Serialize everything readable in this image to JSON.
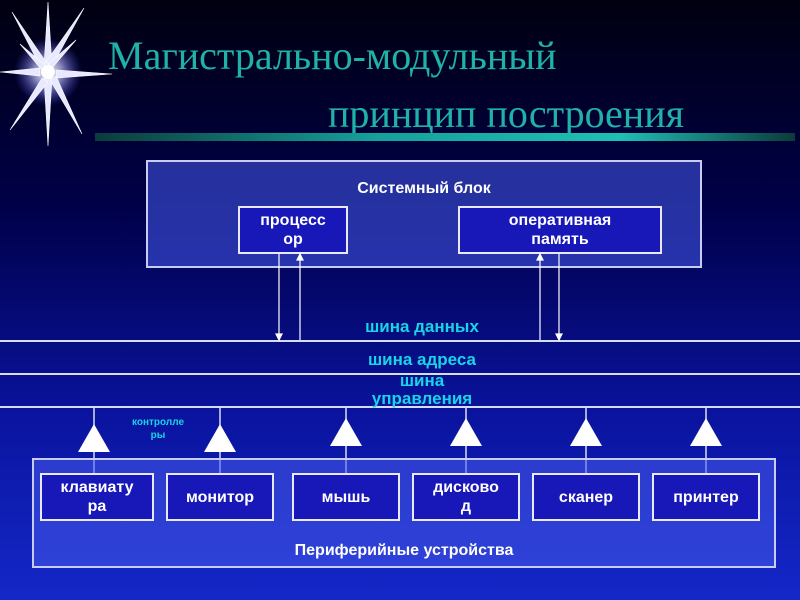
{
  "title": {
    "line1": "Магистрально-модульный",
    "line2": "принцип построения"
  },
  "system_unit": {
    "label": "Системный блок",
    "processor": "процесс\nор",
    "ram": "оперативная\nпамять"
  },
  "buses": {
    "data": "шина данных",
    "address": "шина адреса",
    "control": "шина\nуправления"
  },
  "controllers_label": "контролле\nры",
  "peripherals": {
    "label": "Периферийные устройства",
    "devices": [
      "клавиату\nра",
      "монитор",
      "мышь",
      "дисково\nд",
      "сканер",
      "принтер"
    ]
  },
  "colors": {
    "title": "#1fb3a8",
    "bus_label": "#19d4e6",
    "box_fill": "#1818b8"
  }
}
